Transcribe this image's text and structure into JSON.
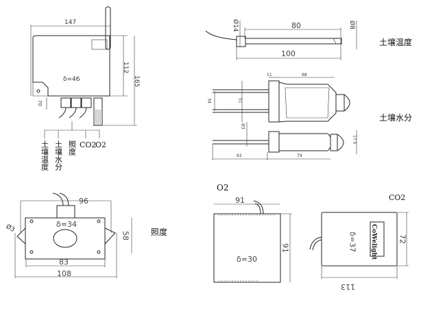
{
  "main_unit": {
    "width": "147",
    "height_body": "112",
    "height_total": "165",
    "thickness": "δ=46",
    "offset": "70",
    "outputs": [
      "土壤温度",
      "土壤水分",
      "照度",
      "CO2",
      "O2"
    ]
  },
  "soil_temperature": {
    "label": "土壤温度",
    "dia_cap": "Ø14",
    "dia_rod": "Ø8",
    "rod_length": "80",
    "total_length": "100"
  },
  "soil_moisture": {
    "label": "土壤水分",
    "dim_11": "11",
    "dim_68": "68",
    "dim_34": "34",
    "dim_51": "51",
    "dia_pin": "Ø3",
    "dim_62": "62",
    "dim_79": "79",
    "dim_17_5": "17.5"
  },
  "illuminance": {
    "label": "照度",
    "hole_dia": "Ø3",
    "width_outer": "96",
    "thickness": "δ=34",
    "height": "58",
    "width_body": "83",
    "width_total": "108"
  },
  "o2_sensor": {
    "label": "O2",
    "width": "91",
    "height": "91",
    "thickness": "δ=30"
  },
  "co2_sensor": {
    "label": "CO2",
    "thickness": "δ=37",
    "height": "72",
    "width": "113",
    "logo_text": "CoWelight"
  }
}
